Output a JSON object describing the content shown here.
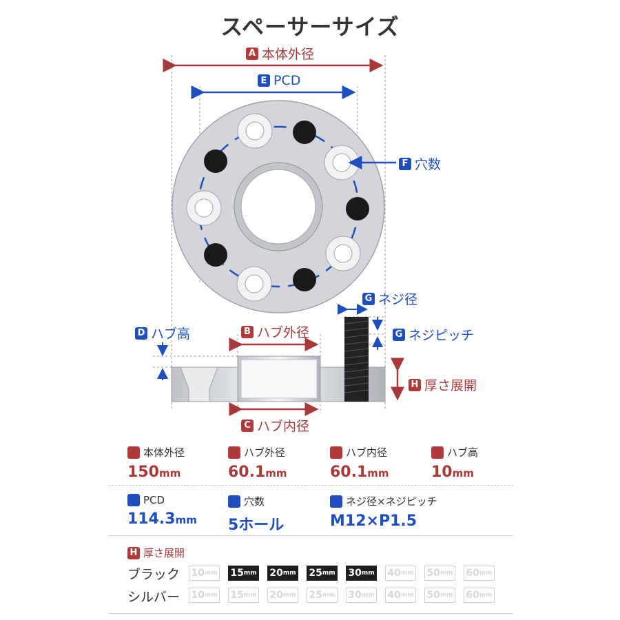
{
  "title": "スペーサーサイズ",
  "diagram_labels": {
    "a": {
      "badge": "A",
      "text": "本体外径"
    },
    "e": {
      "badge": "E",
      "text": "PCD"
    },
    "f": {
      "badge": "F",
      "text": "穴数"
    },
    "g1": {
      "badge": "G",
      "text": "ネジ径"
    },
    "g2": {
      "badge": "G",
      "text": "ネジピッチ"
    },
    "d": {
      "badge": "D",
      "text": "ハブ高"
    },
    "b": {
      "badge": "B",
      "text": "ハブ外径"
    },
    "h": {
      "badge": "H",
      "text": "厚さ展開"
    },
    "c": {
      "badge": "C",
      "text": "ハブ内径"
    }
  },
  "specs": {
    "a": {
      "badge": "A",
      "label": "本体外径",
      "value": "150",
      "unit": "mm"
    },
    "b": {
      "badge": "B",
      "label": "ハブ外径",
      "value": "60.1",
      "unit": "mm"
    },
    "c": {
      "badge": "C",
      "label": "ハブ内径",
      "value": "60.1",
      "unit": "mm"
    },
    "d": {
      "badge": "D",
      "label": "ハブ高",
      "value": "10",
      "unit": "mm"
    },
    "e": {
      "badge": "E",
      "label": "PCD",
      "value": "114.3",
      "unit": "mm"
    },
    "f": {
      "badge": "F",
      "label": "穴数",
      "value": "5ホール",
      "unit": ""
    },
    "g": {
      "badge": "G",
      "label": "ネジ径×ネジピッチ",
      "value": "M12×P1.5",
      "unit": ""
    }
  },
  "thickness": {
    "badge": "H",
    "label": "厚さ展開",
    "rows": [
      {
        "name": "ブラック",
        "chips": [
          {
            "t": "10",
            "u": "mm",
            "avail": false
          },
          {
            "t": "15",
            "u": "mm",
            "avail": true
          },
          {
            "t": "20",
            "u": "mm",
            "avail": true
          },
          {
            "t": "25",
            "u": "mm",
            "avail": true
          },
          {
            "t": "30",
            "u": "mm",
            "avail": true
          },
          {
            "t": "40",
            "u": "mm",
            "avail": false
          },
          {
            "t": "50",
            "u": "mm",
            "avail": false
          },
          {
            "t": "60",
            "u": "mm",
            "avail": false
          }
        ]
      },
      {
        "name": "シルバー",
        "chips": [
          {
            "t": "10",
            "u": "mm",
            "avail": false
          },
          {
            "t": "15",
            "u": "mm",
            "avail": false
          },
          {
            "t": "20",
            "u": "mm",
            "avail": false
          },
          {
            "t": "25",
            "u": "mm",
            "avail": false
          },
          {
            "t": "30",
            "u": "mm",
            "avail": false
          },
          {
            "t": "40",
            "u": "mm",
            "avail": false
          },
          {
            "t": "50",
            "u": "mm",
            "avail": false
          },
          {
            "t": "60",
            "u": "mm",
            "avail": false
          }
        ]
      }
    ]
  },
  "colors": {
    "red": "#a63a3a",
    "blue": "#1f4fbf",
    "black": "#1e1e1e"
  }
}
